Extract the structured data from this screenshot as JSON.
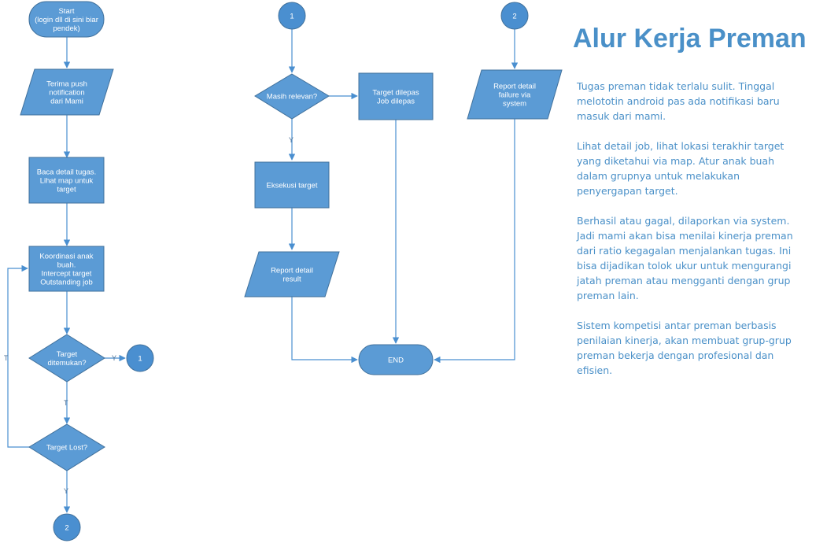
{
  "title": "Alur Kerja Preman",
  "paragraphs": [
    "Tugas preman tidak terlalu sulit. Tinggal melototin android pas ada notifikasi baru masuk dari mami.",
    "Lihat detail job, lihat lokasi terakhir target yang diketahui via map. Atur anak buah dalam grupnya untuk melakukan penyergapan target.",
    "Berhasil atau gagal, dilaporkan via system. Jadi mami akan bisa menilai kinerja preman dari ratio kegagalan menjalankan tugas. Ini bisa dijadikan tolok ukur untuk mengurangi jatah preman atau mengganti dengan grup preman lain.",
    "Sistem kompetisi antar preman berbasis penilaian kinerja, akan membuat grup-grup preman bekerja dengan profesional dan efisien."
  ],
  "nodes": {
    "start": [
      "Start",
      "(login dll di sini biar",
      "pendek)"
    ],
    "terima": [
      "Terima push",
      "notification",
      "dari Mami"
    ],
    "baca": [
      "Baca detail tugas.",
      "Lihat map untuk",
      "target"
    ],
    "koordinasi": [
      "Koordinasi anak",
      "buah.",
      "Intercept target",
      "Outstanding job"
    ],
    "ditemukan": [
      "Target",
      "ditemukan?"
    ],
    "lost": [
      "Target Lost?"
    ],
    "c1_left": [
      "1"
    ],
    "c2_bottom": [
      "2"
    ],
    "c1_top": [
      "1"
    ],
    "relevan": [
      "Masih relevan?"
    ],
    "dilepas": [
      "Target dilepas",
      "Job dilepas"
    ],
    "eksekusi": [
      "Eksekusi target"
    ],
    "report_result": [
      "Report detail",
      "result"
    ],
    "end": [
      "END"
    ],
    "c2_top": [
      "2"
    ],
    "report_failure": [
      "Report detail",
      "failure via",
      "system"
    ]
  },
  "connector_labels": {
    "ditemukan_yes": "Y",
    "ditemukan_no": "T",
    "lost_yes": "Y",
    "lost_no": "T",
    "relevan_yes": "Y"
  },
  "colors": {
    "node_fill": "#5b9bd5",
    "node_stroke": "#41719c",
    "connector_fill": "#4a8fd0",
    "line": "#4a8fd0",
    "text_accent": "#4a90c8"
  }
}
